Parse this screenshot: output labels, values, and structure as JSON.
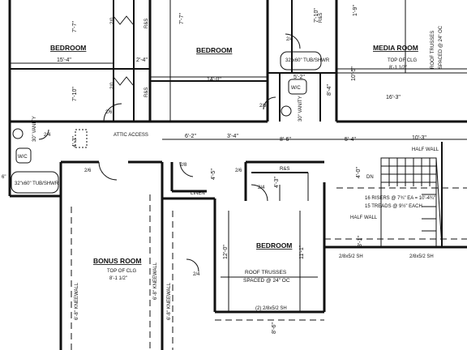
{
  "rooms": {
    "bedroom_left": "BEDROOM",
    "bedroom_center": "BEDROOM",
    "media_room": "MEDIA ROOM",
    "bonus_room": "BONUS ROOM",
    "bedroom_lower": "BEDROOM"
  },
  "dimensions": {
    "d_15_4": "15'-4\"",
    "d_7_7": "7'-7\"",
    "d_2_4": "2'-4\"",
    "d_7_10": "7'-10\"",
    "d_14_0": "14'-0\"",
    "d_1_9": "1'-9\"",
    "d_5_2": "5'-2\"",
    "d_8_4": "8'-4\"",
    "d_10_5": "10'-5\"",
    "d_16_3": "16'-3\"",
    "d_6_2": "6'-2\"",
    "d_3_4": "3'-4\"",
    "d_8_6": "8'-6\"",
    "d_5_4": "5'-4\"",
    "d_10_3": "10'-3\"",
    "d_4_3": "4'-3\"",
    "d_4_5": "4'-5\"",
    "d_3_1": "3'-1\"",
    "d_12_0": "12'-0\"",
    "d_11_1": "11'-1\"",
    "d_6_8_a": "6'-8\"",
    "d_6_8_b": "6'-8\"",
    "d_4_3_b": "4'-3\"",
    "d_4_0": "4'-0\"",
    "d_8_6_v": "8'-6\""
  },
  "labels": {
    "tub_shwr_top": "32\"x60\" TUB/SHWR",
    "tub_shwr_left": "32\"x60\" TUB/SHWR",
    "wc_left": "W/C",
    "wc_right": "W/C",
    "vanity_left": "30\" VANITY",
    "vanity_right": "30\" VANITY",
    "attic_access": "ATTIC ACCESS",
    "linen": "LINEN",
    "half_wall_top": "HALF WALL",
    "half_wall_mid": "HALF WALL",
    "risers": "16 RISERS @ 7¾\" EA = 10'-4¾\"",
    "treads": "15 TREADS @ 9½\" EACH",
    "dn": "DN",
    "window_1": "2/8x5/2 SH",
    "window_2": "2/8x5/2 SH",
    "window_3": "(2) 2/8x5/2 SH",
    "roof_trusses_lower": "ROOF TRUSSES",
    "roof_spacing_lower": "SPACED @ 24\" OC",
    "roof_trusses_media": "ROOF TRUSSES",
    "roof_spacing_media": "SPACED @ 24\" OC",
    "top_of_clg_media": "TOP OF CLG",
    "top_of_clg_media_val": "8'-1 1/2\"",
    "top_of_clg_bonus": "TOP OF CLG",
    "top_of_clg_bonus_val": "8'-1 1/2\"",
    "kneewall_1": "6'-8\" KNEEWALL",
    "kneewall_2": "6'-8\" KNEEWALL",
    "kneewall_3": "6'-8\" KNEEWALL",
    "rs_1": "R&S",
    "rs_2": "R&S",
    "rs_3": "R&S",
    "rs_4": "R&S",
    "door_2_0_a": "2/0",
    "door_2_0_b": "2/0",
    "door_2_4_a": "2/4",
    "door_2_4_b": "2/4",
    "door_2_4_c": "2/4",
    "door_2_4_d": "2/4",
    "door_2_6_a": "2/6",
    "door_2_6_b": "2/6",
    "door_2_6_c": "2/6",
    "door_2_6_d": "2/6",
    "door_2_8": "2/8",
    "dim_6_small": "6\""
  }
}
